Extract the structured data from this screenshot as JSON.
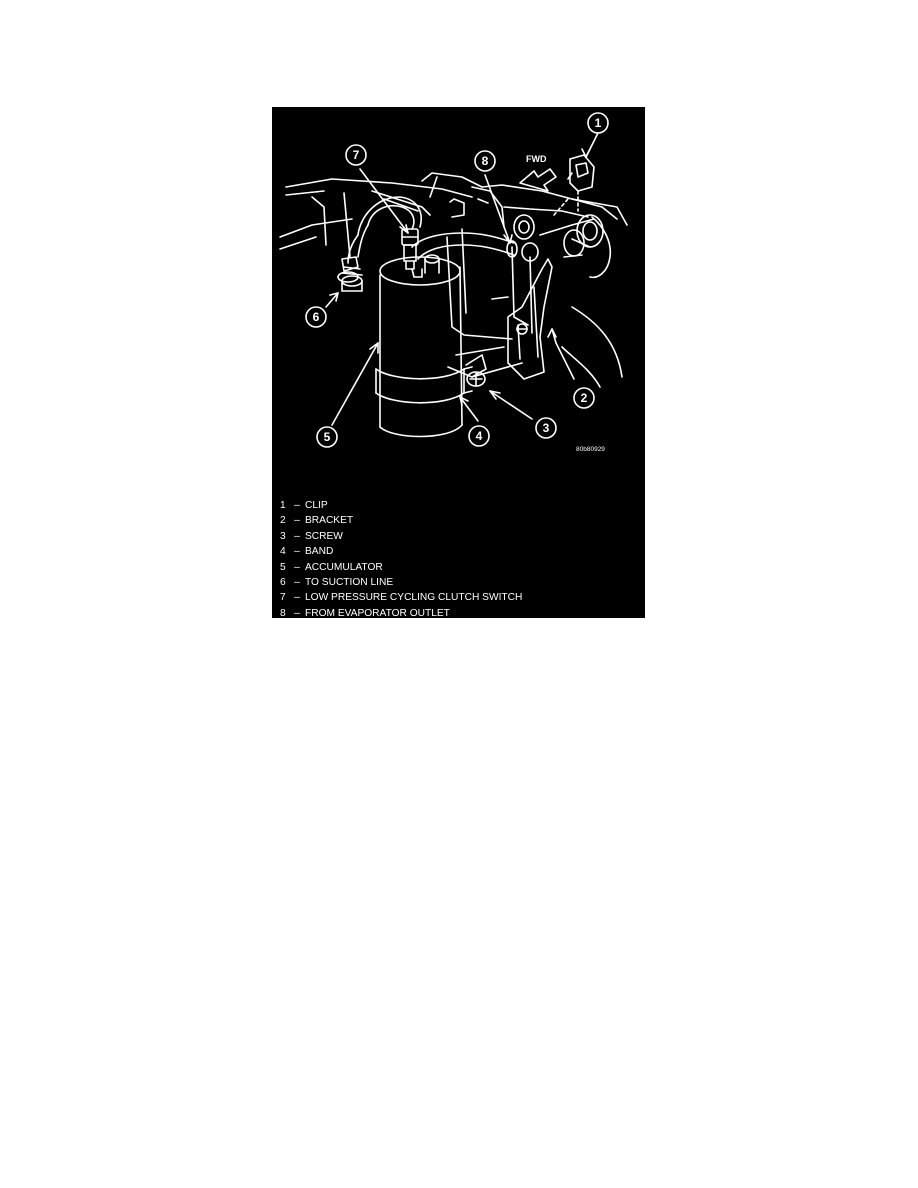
{
  "figure": {
    "fwd_label": "FWD",
    "figure_code": "80b80929",
    "callouts": [
      "1",
      "2",
      "3",
      "4",
      "5",
      "6",
      "7",
      "8"
    ],
    "legend": [
      {
        "num": "1",
        "text": "CLIP"
      },
      {
        "num": "2",
        "text": "BRACKET"
      },
      {
        "num": "3",
        "text": "SCREW"
      },
      {
        "num": "4",
        "text": "BAND"
      },
      {
        "num": "5",
        "text": "ACCUMULATOR"
      },
      {
        "num": "6",
        "text": "TO SUCTION LINE"
      },
      {
        "num": "7",
        "text": "LOW PRESSURE CYCLING CLUTCH SWITCH"
      },
      {
        "num": "8",
        "text": "FROM EVAPORATOR OUTLET"
      }
    ],
    "dash": "–"
  },
  "colors": {
    "background": "#000000",
    "line": "#ffffff"
  }
}
